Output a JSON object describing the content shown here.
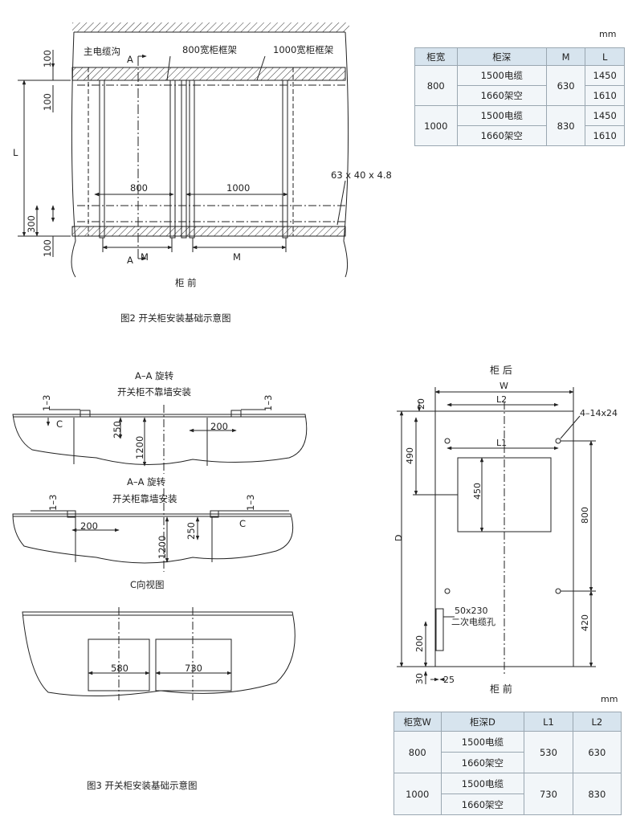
{
  "fig2": {
    "labels": {
      "main_trench": "主电缆沟",
      "frame_800": "800宽柜框架",
      "frame_1000": "1000宽柜框架",
      "dim_100": "100",
      "dim_L": "L",
      "dim_300": "300",
      "dim_800": "800",
      "dim_1000": "1000",
      "steel": "63 x 40 x 4.8",
      "section_a": "A",
      "dim_M": "M",
      "front": "柜 前"
    },
    "caption": "图2    开关柜安装基础示意图",
    "table": {
      "unit": "mm",
      "headers": [
        "柜宽",
        "柜深",
        "M",
        "L"
      ],
      "groups": [
        {
          "width": "800",
          "depths": [
            "1500电缆",
            "1660架空"
          ],
          "m": "630",
          "l": [
            "1450",
            "1610"
          ]
        },
        {
          "width": "1000",
          "depths": [
            "1500电缆",
            "1660架空"
          ],
          "m": "830",
          "l": [
            "1450",
            "1610"
          ]
        }
      ]
    }
  },
  "fig3": {
    "labels": {
      "aa_rot_1": "A–A 旋转",
      "not_wall": "开关柜不靠墙安装",
      "aa_rot_2": "A–A 旋转",
      "wall": "开关柜靠墙安装",
      "c_view": "C向视图",
      "dim_1_3": "1–3",
      "c": "C",
      "dim_250": "250",
      "dim_1200": "1200",
      "dim_200": "200",
      "dim_580": "580",
      "dim_730": "730"
    },
    "caption": "图3    开关柜安装基础示意图"
  },
  "plan": {
    "labels": {
      "rear": "柜 后",
      "w": "W",
      "l2": "L2",
      "l1": "L1",
      "holes": "4–14x24",
      "d20": "20",
      "d490": "490",
      "d450": "450",
      "d800": "800",
      "D": "D",
      "d420": "420",
      "hole_size": "50x230",
      "hole_name": "二次电缆孔",
      "d200": "200",
      "d30": "30",
      "d25": "25",
      "front": "柜 前"
    },
    "table": {
      "unit": "mm",
      "headers": [
        "柜宽W",
        "柜深D",
        "L1",
        "L2"
      ],
      "groups": [
        {
          "width": "800",
          "depths": [
            "1500电缆",
            "1660架空"
          ],
          "l1": "530",
          "l2": "630"
        },
        {
          "width": "1000",
          "depths": [
            "1500电缆",
            "1660架空"
          ],
          "l1": "730",
          "l2": "830"
        }
      ]
    }
  }
}
